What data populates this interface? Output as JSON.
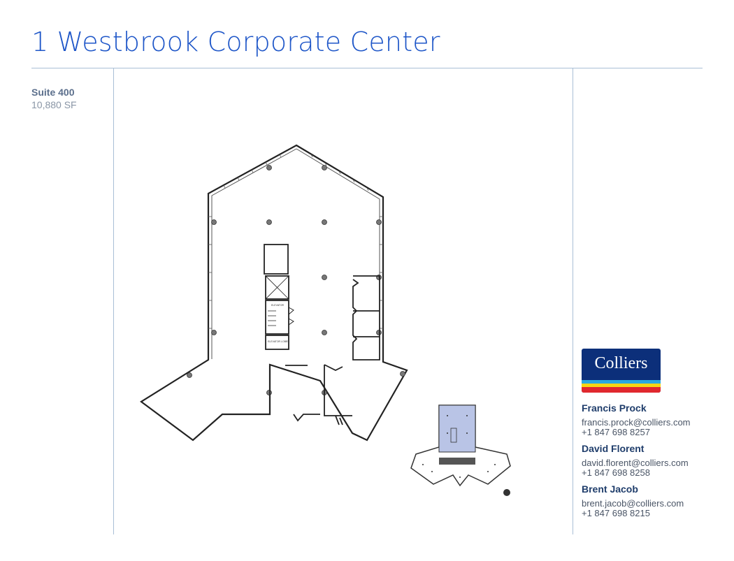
{
  "title": "1 Westbrook Corporate Center",
  "suite": {
    "name": "Suite 400",
    "size": "10,880 SF"
  },
  "floorplan": {
    "label_elevator": "ELEVATOR",
    "label_elevator_lobby": "ELEVATOR LOBBY"
  },
  "logo": {
    "text": "Colliers",
    "colors": {
      "background": "#0c2f7a",
      "stripe_blue": "#2aa8e0",
      "stripe_yellow": "#f6d514",
      "stripe_red": "#e0282e"
    }
  },
  "contacts": [
    {
      "name": "Francis Prock",
      "email": "francis.prock@colliers.com",
      "phone": "+1 847 698 8257"
    },
    {
      "name": "David Florent",
      "email": "david.florent@colliers.com",
      "phone": "+1 847 698 8258"
    },
    {
      "name": "Brent Jacob",
      "email": "brent.jacob@colliers.com",
      "phone": "+1 847 698 8215"
    }
  ],
  "colors": {
    "title": "#1e56c8",
    "rule": "#a9bfd6",
    "highlight": "#b9c4e6"
  }
}
